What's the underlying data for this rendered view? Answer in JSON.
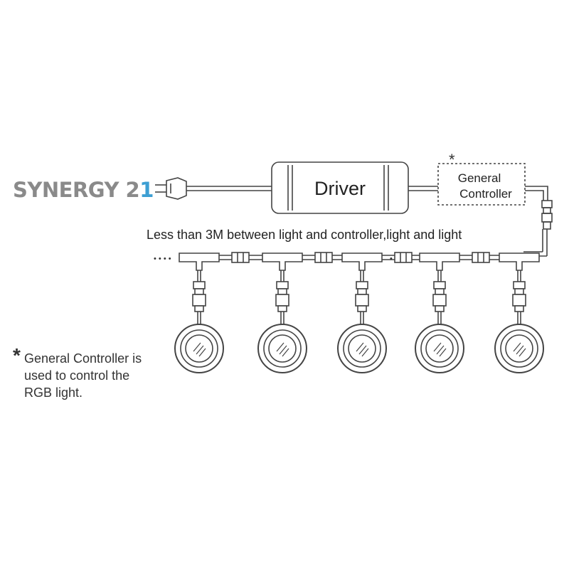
{
  "brand": {
    "name": "SYNERGY 2",
    "accent": "1",
    "brand_color": "#8a8a8a",
    "accent_color": "#3d9fd3"
  },
  "diagram": {
    "driver_label": "Driver",
    "controller_label_line1": "General",
    "controller_label_line2": "Controller",
    "controller_marker": "*",
    "distance_note": "Less than 3M between light and controller,light and light",
    "continuation": "• • • •",
    "light_count": 5
  },
  "footnote": {
    "marker": "*",
    "lines": [
      "General Controller  is",
      "used to control the",
      "RGB light."
    ]
  },
  "colors": {
    "line": "#444444",
    "background": "#ffffff"
  }
}
